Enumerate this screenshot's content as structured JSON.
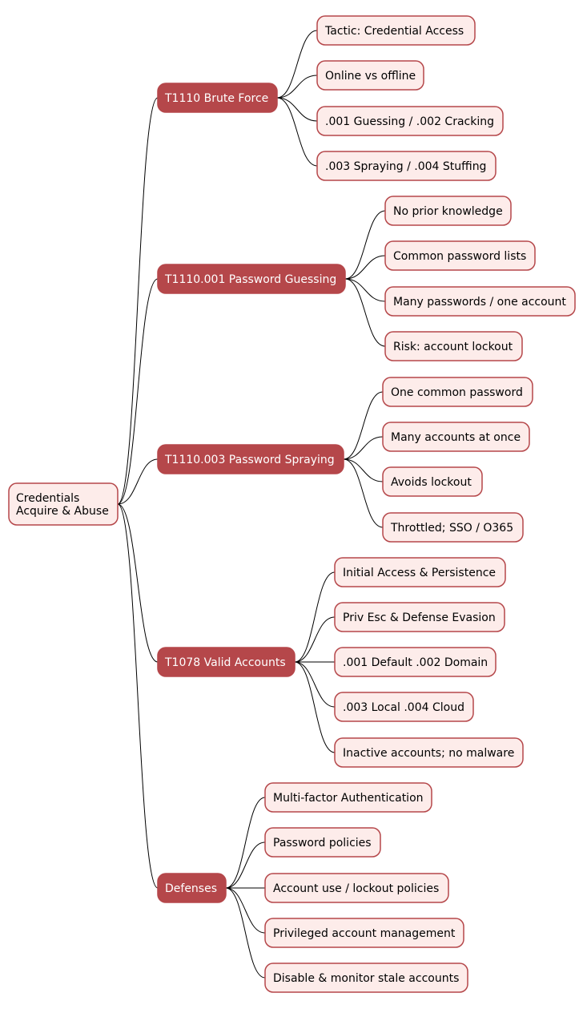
{
  "colors": {
    "root_fill": "#fdecea",
    "branch_fill": "#b5474a",
    "leaf_fill": "#fdecea",
    "border": "#b5474a",
    "edge": "#000000",
    "branch_text": "#ffffff",
    "leaf_text": "#000000"
  },
  "root": {
    "lines": [
      "Credentials",
      "Acquire & Abuse"
    ]
  },
  "branches": [
    {
      "label": "T1110 Brute Force",
      "children": [
        "Tactic: Credential Access",
        "Online vs offline",
        ".001 Guessing / .002 Cracking",
        ".003 Spraying / .004 Stuffing"
      ]
    },
    {
      "label": "T1110.001 Password Guessing",
      "children": [
        "No prior knowledge",
        "Common password lists",
        "Many passwords / one account",
        "Risk: account lockout"
      ]
    },
    {
      "label": "T1110.003 Password Spraying",
      "children": [
        "One common password",
        "Many accounts at once",
        "Avoids lockout",
        "Throttled; SSO / O365"
      ]
    },
    {
      "label": "T1078 Valid Accounts",
      "children": [
        "Initial Access & Persistence",
        "Priv Esc & Defense Evasion",
        ".001 Default .002 Domain",
        ".003 Local .004 Cloud",
        "Inactive accounts; no malware"
      ]
    },
    {
      "label": "Defenses",
      "children": [
        "Multi-factor Authentication",
        "Password policies",
        "Account use / lockout policies",
        "Privileged account management",
        "Disable & monitor stale accounts"
      ]
    }
  ]
}
